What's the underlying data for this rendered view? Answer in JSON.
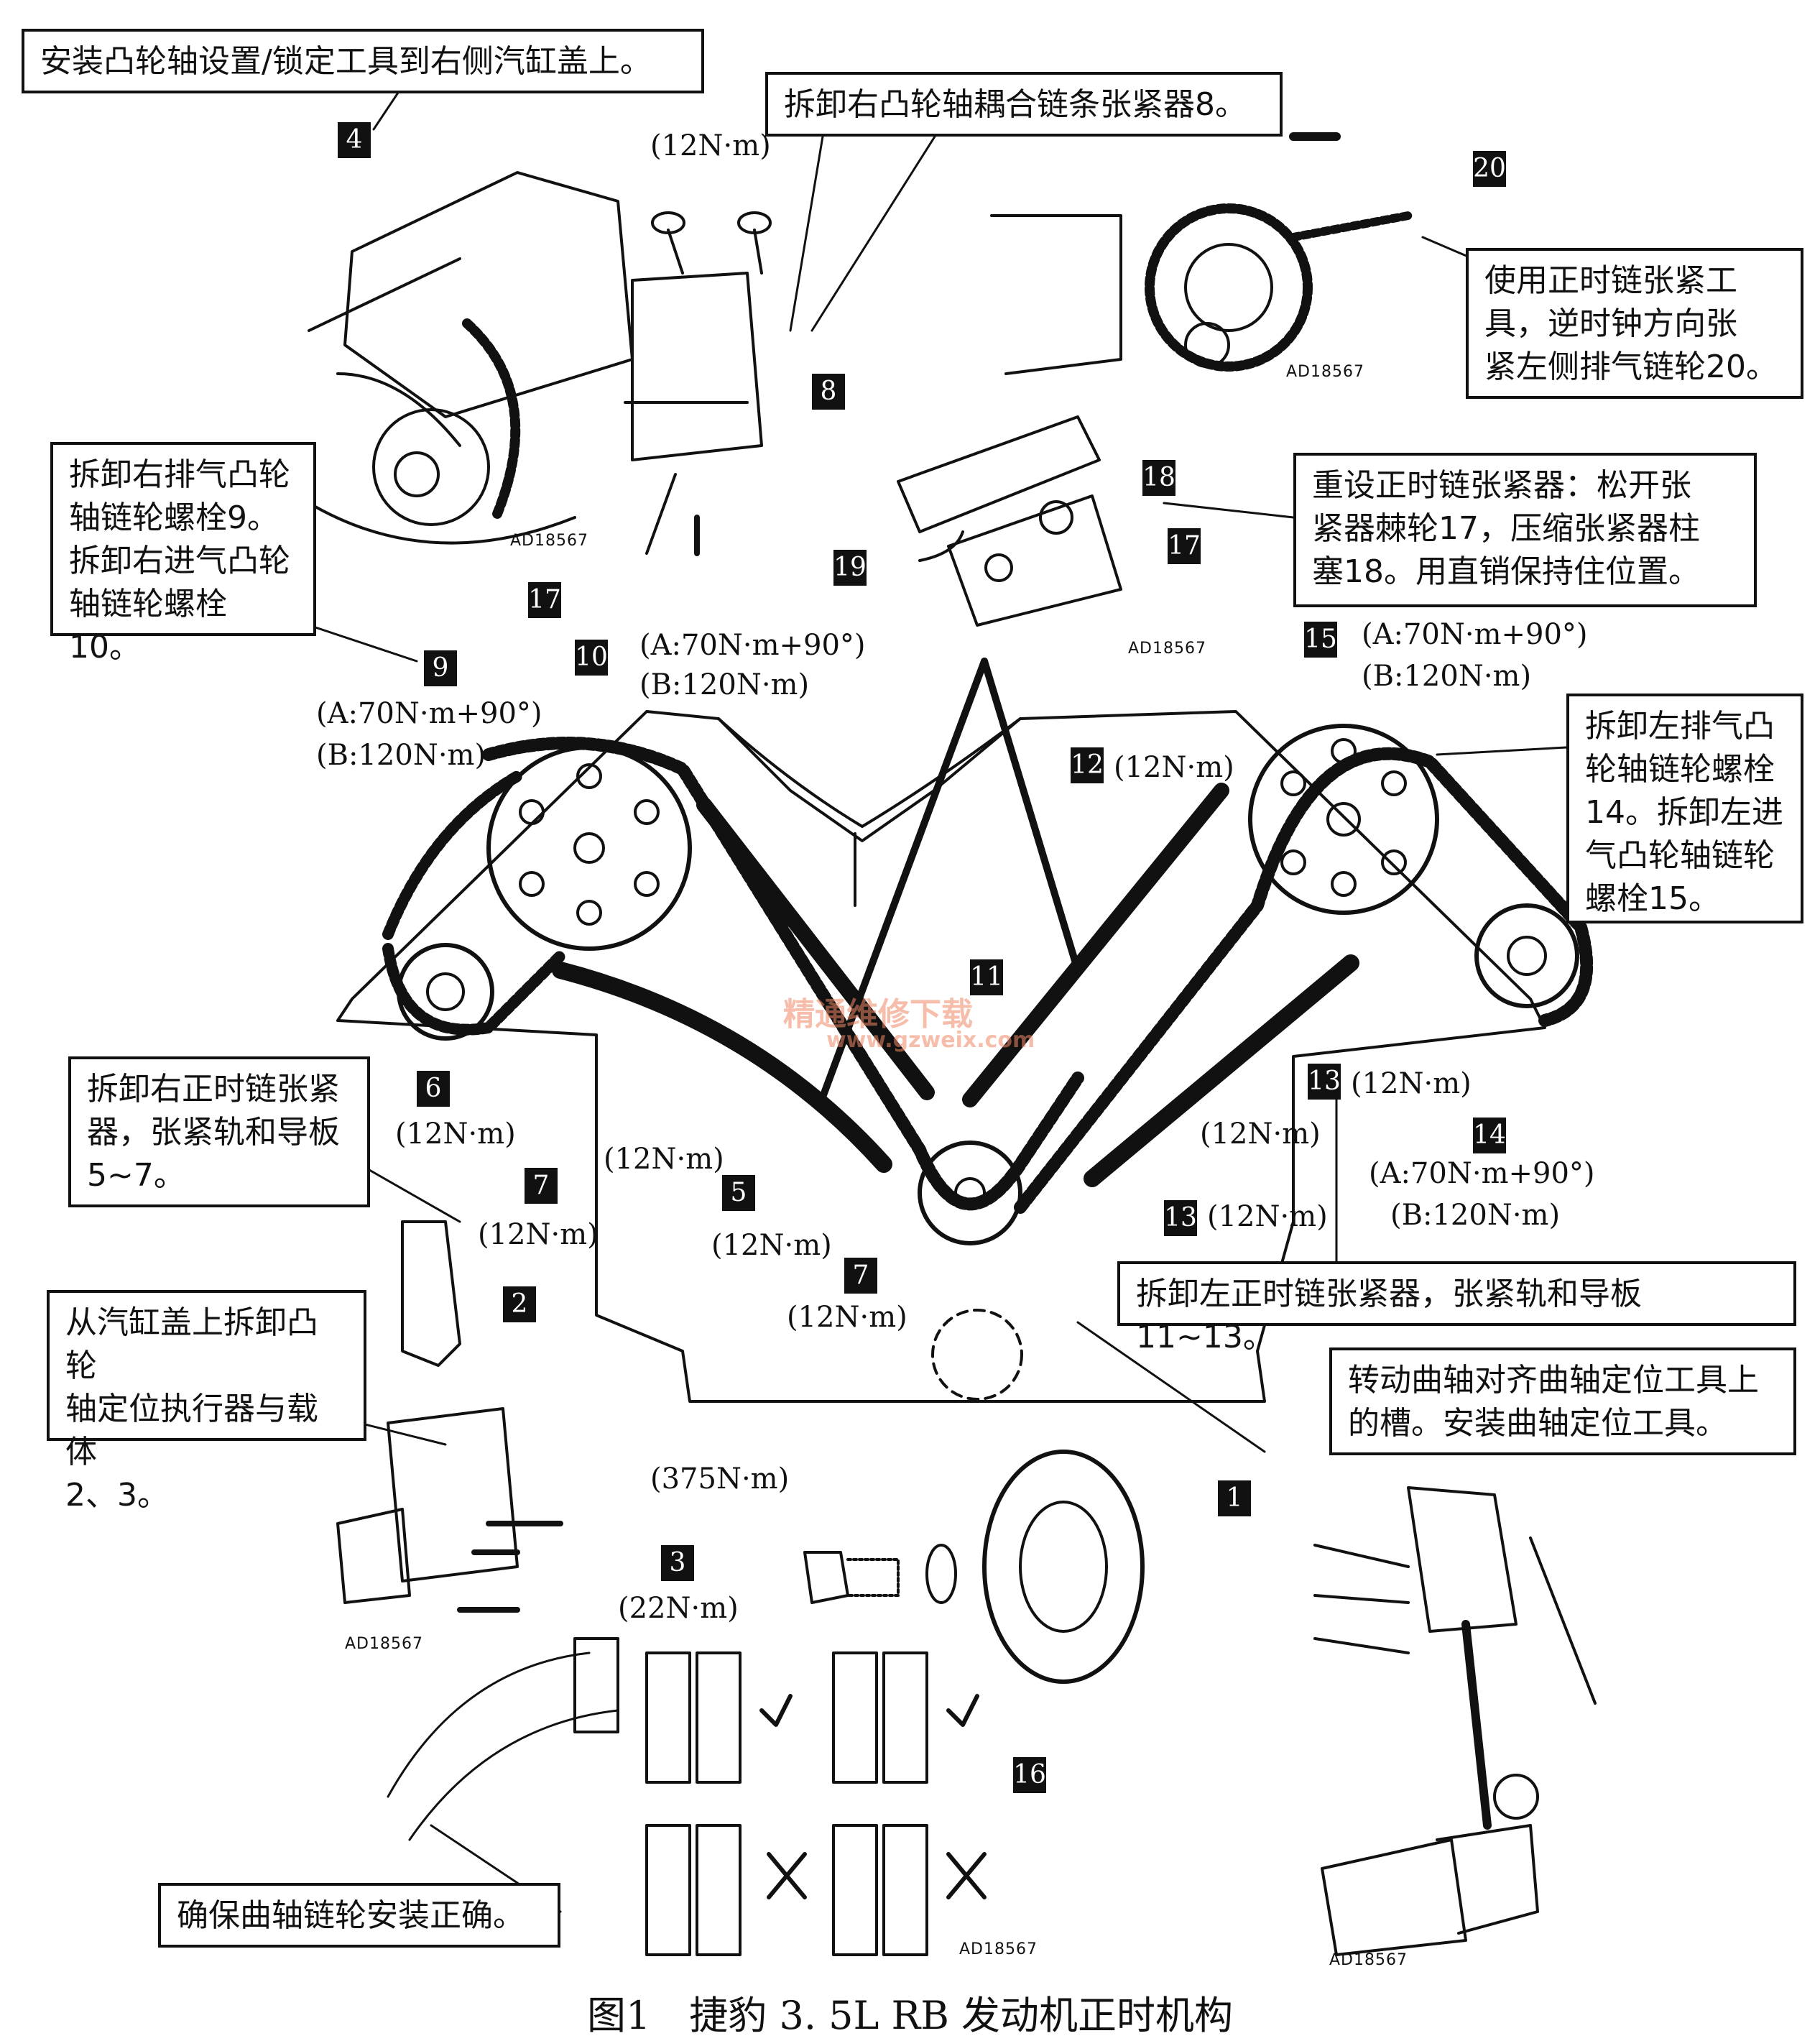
{
  "callouts": {
    "install_tool": "安装凸轮轴设置/锁定工具到右侧汽缸盖上。",
    "remove_tensioner8": "拆卸右凸轮轴耦合链条张紧器8。",
    "tension_tool": [
      "使用正时链张紧工",
      "具，逆时钟方向张",
      "紧左侧排气链轮20。"
    ],
    "remove_bolts_9_10": [
      "拆卸右排气凸轮",
      "轴链轮螺栓9。",
      "拆卸右进气凸轮",
      "轴链轮螺栓10。"
    ],
    "reset_tensioner": [
      "重设正时链张紧器：松开张",
      "紧器棘轮17，压缩张紧器柱",
      "塞18。用直销保持住位置。"
    ],
    "remove_bolts_14_15": [
      "拆卸左排气凸",
      "轮轴链轮螺栓",
      "14。拆卸左进",
      "气凸轮轴链轮",
      "螺栓15。"
    ],
    "remove_right_tensioner": [
      "拆卸右正时链张紧",
      "器，张紧轨和导板",
      "5~7。"
    ],
    "remove_left_tensioner": "拆卸左正时链张紧器，张紧轨和导板11~13。",
    "remove_actuator": [
      "从汽缸盖上拆卸凸轮",
      "轴定位执行器与载体",
      "2、3。"
    ],
    "rotate_crank": [
      "转动曲轴对齐曲轴定位工具上",
      "的槽。安装曲轴定位工具。"
    ],
    "ensure_sprocket": "确保曲轴链轮安装正确。"
  },
  "labels": {
    "n1": "1",
    "n2": "2",
    "n3": "3",
    "n4": "4",
    "n5": "5",
    "n6": "6",
    "n7a": "7",
    "n7b": "7",
    "n8": "8",
    "n9": "9",
    "n10": "10",
    "n11": "11",
    "n12": "12",
    "n13a": "13",
    "n13b": "13",
    "n14": "14",
    "n15": "15",
    "n16": "16",
    "n17a": "17",
    "n17b": "17",
    "n18": "18",
    "n19": "19",
    "n20": "20"
  },
  "torques": {
    "t8": "(12N·m)",
    "t10_a": "(A:70N·m+90°)",
    "t10_b": "(B:120N·m)",
    "t9_a": "(A:70N·m+90°)",
    "t9_b": "(B:120N·m)",
    "t15_a": "(A:70N·m+90°)",
    "t15_b": "(B:120N·m)",
    "t12": "(12N·m)",
    "t6": "(12N·m)",
    "t7": "(12N·m)",
    "t5a": "(12N·m)",
    "t5b": "(12N·m)",
    "t7b": "(12N·m)",
    "t11": "(12N·m)",
    "t13a": "(12N·m)",
    "t13b": "(12N·m)",
    "t14_a": "(A:70N·m+90°)",
    "t14_b": "(B:120N·m)",
    "t375": "(375N·m)",
    "t3": "(22N·m)"
  },
  "codes": {
    "c1": "AD18567",
    "c2": "AD18567",
    "c3": "AD18567",
    "c4": "AD18567",
    "c5": "AD18567",
    "c6": "AD18567"
  },
  "watermark": {
    "line1": "精通维修下载",
    "line2": "www.gzweix.com"
  },
  "caption": "图1　捷豹 3. 5L RB 发动机正时机构"
}
